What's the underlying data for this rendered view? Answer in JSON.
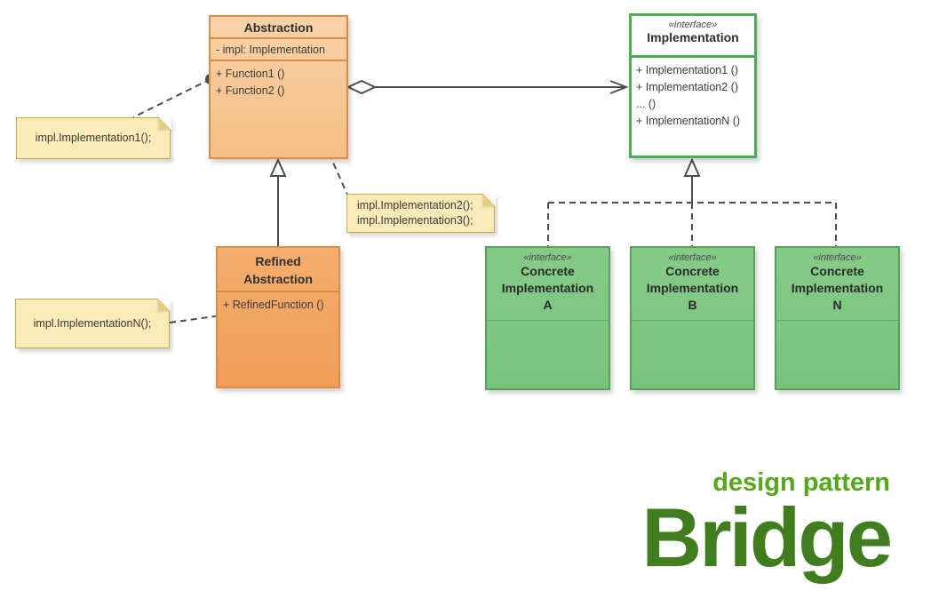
{
  "diagram": {
    "abstraction": {
      "title": "Abstraction",
      "attributes": [
        "- impl: Implementation"
      ],
      "methods": [
        "+ Function1 ()",
        "+ Function2 ()"
      ]
    },
    "implementation": {
      "stereotype": "«interface»",
      "title": "Implementation",
      "methods": [
        "+ Implementation1 ()",
        "+ Implementation2 ()",
        "... ()",
        "+ ImplementationN ()"
      ]
    },
    "refined_abstraction": {
      "title_lines": [
        "Refined",
        "Abstraction"
      ],
      "methods": [
        "+ RefinedFunction ()"
      ]
    },
    "concrete_a": {
      "stereotype": "«interface»",
      "title_lines": [
        "Concrete",
        "Implementation",
        "A"
      ]
    },
    "concrete_b": {
      "stereotype": "«interface»",
      "title_lines": [
        "Concrete",
        "Implementation",
        "B"
      ]
    },
    "concrete_n": {
      "stereotype": "«interface»",
      "title_lines": [
        "Concrete",
        "Implementation",
        "N"
      ]
    },
    "notes": {
      "note1": {
        "lines": [
          "impl.Implementation1();"
        ]
      },
      "note2": {
        "lines": [
          "impl.Implementation2();",
          "impl.Implementation3();"
        ]
      },
      "note3": {
        "lines": [
          "impl.ImplementationN();"
        ]
      }
    },
    "colors": {
      "orange_fill": "#F8CA9D",
      "orange_dark_fill": "#F2A765",
      "orange_border": "#E08B45",
      "green_fill": "#7FC782",
      "green_border": "#57A25B",
      "interface_border": "#4CAE53",
      "note_fill": "#FAEBB8",
      "note_border": "#C9A54B",
      "connector": "#4D4D4D",
      "caption_kicker_color": "#55A81B",
      "caption_title_color": "#3F7D1E"
    }
  },
  "caption": {
    "kicker": "design pattern",
    "title": "Bridge"
  }
}
